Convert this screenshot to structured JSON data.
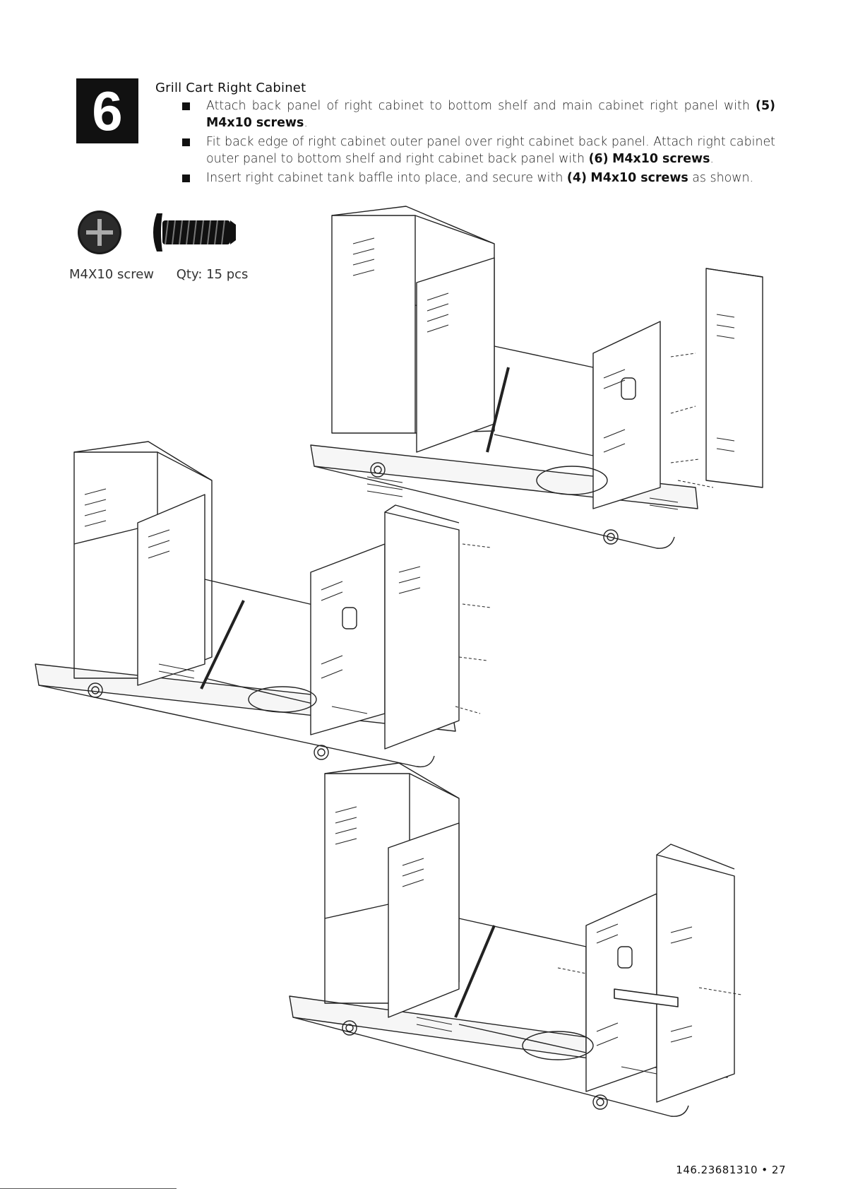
{
  "step": {
    "number": "6"
  },
  "section_title": "Grill Cart Right Cabinet",
  "instructions": [
    {
      "pre": "Attach back panel of right cabinet to bottom shelf and main cabinet right panel with ",
      "qty": "(5)",
      "mid": " ",
      "part": "M4x10 screws",
      "post": "."
    },
    {
      "pre": "Fit back edge of right cabinet outer panel over right cabinet back panel. Attach right cabinet outer panel to bottom shelf and right cabinet back panel with ",
      "qty": "(6)",
      "mid": " ",
      "part": "M4x10 screws",
      "post": "."
    },
    {
      "pre": "Insert right cabinet tank baffle into place, and secure with ",
      "qty": "(4)",
      "mid": " ",
      "part": "M4x10 screws",
      "post": " as shown."
    }
  ],
  "hardware": {
    "name": "M4X10 screw",
    "quantity": "Qty: 15 pcs"
  },
  "footer": {
    "page_number": "146.23681310 • 27"
  }
}
